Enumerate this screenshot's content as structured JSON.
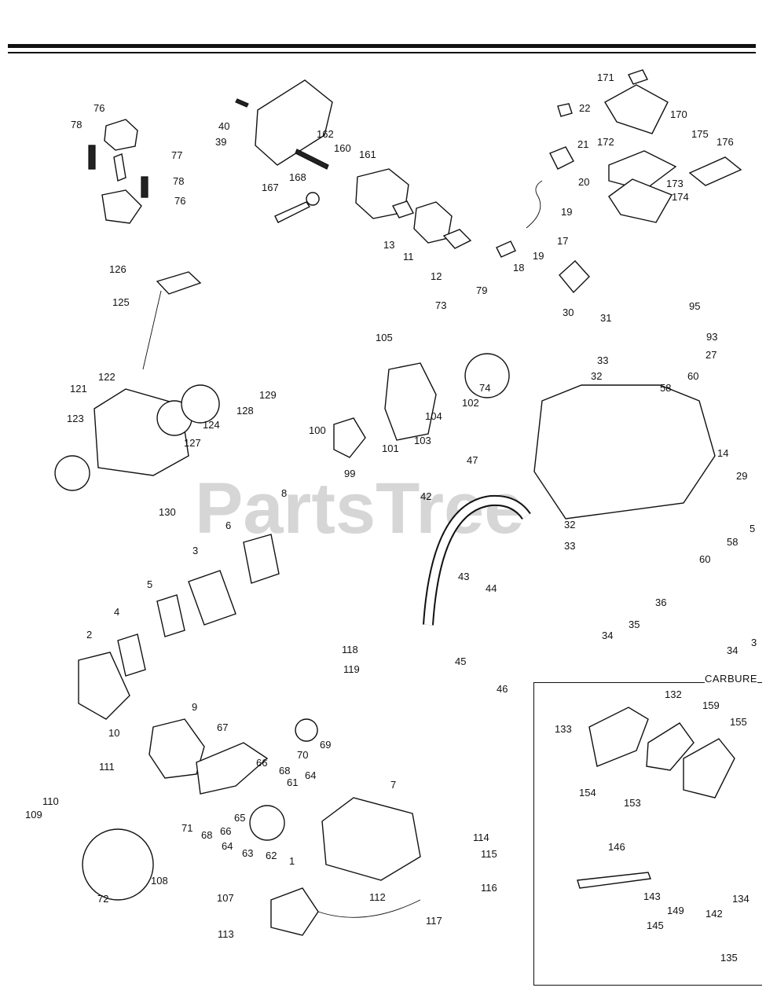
{
  "watermark": "PartsTree",
  "inset": {
    "title": "CARBURE"
  },
  "labels": [
    {
      "id": "171",
      "text": "171"
    },
    {
      "id": "22",
      "text": "22"
    },
    {
      "id": "170",
      "text": "170"
    },
    {
      "id": "175",
      "text": "175"
    },
    {
      "id": "176",
      "text": "176"
    },
    {
      "id": "172",
      "text": "172"
    },
    {
      "id": "21",
      "text": "21"
    },
    {
      "id": "173",
      "text": "173"
    },
    {
      "id": "174",
      "text": "174"
    },
    {
      "id": "20",
      "text": "20"
    },
    {
      "id": "19a",
      "text": "19"
    },
    {
      "id": "19b",
      "text": "19"
    },
    {
      "id": "17",
      "text": "17"
    },
    {
      "id": "18",
      "text": "18"
    },
    {
      "id": "30",
      "text": "30"
    },
    {
      "id": "76a",
      "text": "76"
    },
    {
      "id": "78a",
      "text": "78"
    },
    {
      "id": "77",
      "text": "77"
    },
    {
      "id": "78b",
      "text": "78"
    },
    {
      "id": "76b",
      "text": "76"
    },
    {
      "id": "40",
      "text": "40"
    },
    {
      "id": "39",
      "text": "39"
    },
    {
      "id": "162",
      "text": "162"
    },
    {
      "id": "160",
      "text": "160"
    },
    {
      "id": "161",
      "text": "161"
    },
    {
      "id": "168",
      "text": "168"
    },
    {
      "id": "167",
      "text": "167"
    },
    {
      "id": "13",
      "text": "13"
    },
    {
      "id": "11",
      "text": "11"
    },
    {
      "id": "12",
      "text": "12"
    },
    {
      "id": "126",
      "text": "126"
    },
    {
      "id": "125",
      "text": "125"
    },
    {
      "id": "79",
      "text": "79"
    },
    {
      "id": "73",
      "text": "73"
    },
    {
      "id": "105",
      "text": "105"
    },
    {
      "id": "95",
      "text": "95"
    },
    {
      "id": "93",
      "text": "93"
    },
    {
      "id": "31",
      "text": "31"
    },
    {
      "id": "33a",
      "text": "33"
    },
    {
      "id": "32a",
      "text": "32"
    },
    {
      "id": "27",
      "text": "27"
    },
    {
      "id": "58a",
      "text": "58"
    },
    {
      "id": "60a",
      "text": "60"
    },
    {
      "id": "122",
      "text": "122"
    },
    {
      "id": "121",
      "text": "121"
    },
    {
      "id": "129",
      "text": "129"
    },
    {
      "id": "128",
      "text": "128"
    },
    {
      "id": "124",
      "text": "124"
    },
    {
      "id": "127",
      "text": "127"
    },
    {
      "id": "123",
      "text": "123"
    },
    {
      "id": "100",
      "text": "100"
    },
    {
      "id": "99",
      "text": "99"
    },
    {
      "id": "101",
      "text": "101"
    },
    {
      "id": "103",
      "text": "103"
    },
    {
      "id": "104",
      "text": "104"
    },
    {
      "id": "102",
      "text": "102"
    },
    {
      "id": "74",
      "text": "74"
    },
    {
      "id": "14",
      "text": "14"
    },
    {
      "id": "47",
      "text": "47"
    },
    {
      "id": "29",
      "text": "29"
    },
    {
      "id": "130",
      "text": "130"
    },
    {
      "id": "8",
      "text": "8"
    },
    {
      "id": "42",
      "text": "42"
    },
    {
      "id": "6",
      "text": "6"
    },
    {
      "id": "32b",
      "text": "32"
    },
    {
      "id": "33b",
      "text": "33"
    },
    {
      "id": "58b",
      "text": "58"
    },
    {
      "id": "5e",
      "text": "5"
    },
    {
      "id": "60b",
      "text": "60"
    },
    {
      "id": "3",
      "text": "3"
    },
    {
      "id": "5",
      "text": "5"
    },
    {
      "id": "43",
      "text": "43"
    },
    {
      "id": "44",
      "text": "44"
    },
    {
      "id": "36",
      "text": "36"
    },
    {
      "id": "4",
      "text": "4"
    },
    {
      "id": "2",
      "text": "2"
    },
    {
      "id": "34a",
      "text": "34"
    },
    {
      "id": "35",
      "text": "35"
    },
    {
      "id": "34b",
      "text": "34"
    },
    {
      "id": "3e",
      "text": "3"
    },
    {
      "id": "118",
      "text": "118"
    },
    {
      "id": "119",
      "text": "119"
    },
    {
      "id": "45",
      "text": "45"
    },
    {
      "id": "46",
      "text": "46"
    },
    {
      "id": "9",
      "text": "9"
    },
    {
      "id": "67",
      "text": "67"
    },
    {
      "id": "10",
      "text": "10"
    },
    {
      "id": "70",
      "text": "70"
    },
    {
      "id": "69",
      "text": "69"
    },
    {
      "id": "68a",
      "text": "68"
    },
    {
      "id": "66a",
      "text": "66"
    },
    {
      "id": "111",
      "text": "111"
    },
    {
      "id": "61",
      "text": "61"
    },
    {
      "id": "64a",
      "text": "64"
    },
    {
      "id": "7",
      "text": "7"
    },
    {
      "id": "110",
      "text": "110"
    },
    {
      "id": "109",
      "text": "109"
    },
    {
      "id": "71",
      "text": "71"
    },
    {
      "id": "68b",
      "text": "68"
    },
    {
      "id": "66b",
      "text": "66"
    },
    {
      "id": "65",
      "text": "65"
    },
    {
      "id": "64b",
      "text": "64"
    },
    {
      "id": "63",
      "text": "63"
    },
    {
      "id": "62",
      "text": "62"
    },
    {
      "id": "1",
      "text": "1"
    },
    {
      "id": "114",
      "text": "114"
    },
    {
      "id": "115",
      "text": "115"
    },
    {
      "id": "108",
      "text": "108"
    },
    {
      "id": "72",
      "text": "72"
    },
    {
      "id": "107",
      "text": "107"
    },
    {
      "id": "112",
      "text": "112"
    },
    {
      "id": "116",
      "text": "116"
    },
    {
      "id": "117",
      "text": "117"
    },
    {
      "id": "113",
      "text": "113"
    },
    {
      "id": "133",
      "text": "133"
    },
    {
      "id": "132",
      "text": "132"
    },
    {
      "id": "159",
      "text": "159"
    },
    {
      "id": "155",
      "text": "155"
    },
    {
      "id": "154",
      "text": "154"
    },
    {
      "id": "153",
      "text": "153"
    },
    {
      "id": "146",
      "text": "146"
    },
    {
      "id": "149",
      "text": "149"
    },
    {
      "id": "143",
      "text": "143"
    },
    {
      "id": "145",
      "text": "145"
    },
    {
      "id": "142",
      "text": "142"
    },
    {
      "id": "134",
      "text": "134"
    },
    {
      "id": "135",
      "text": "135"
    }
  ]
}
